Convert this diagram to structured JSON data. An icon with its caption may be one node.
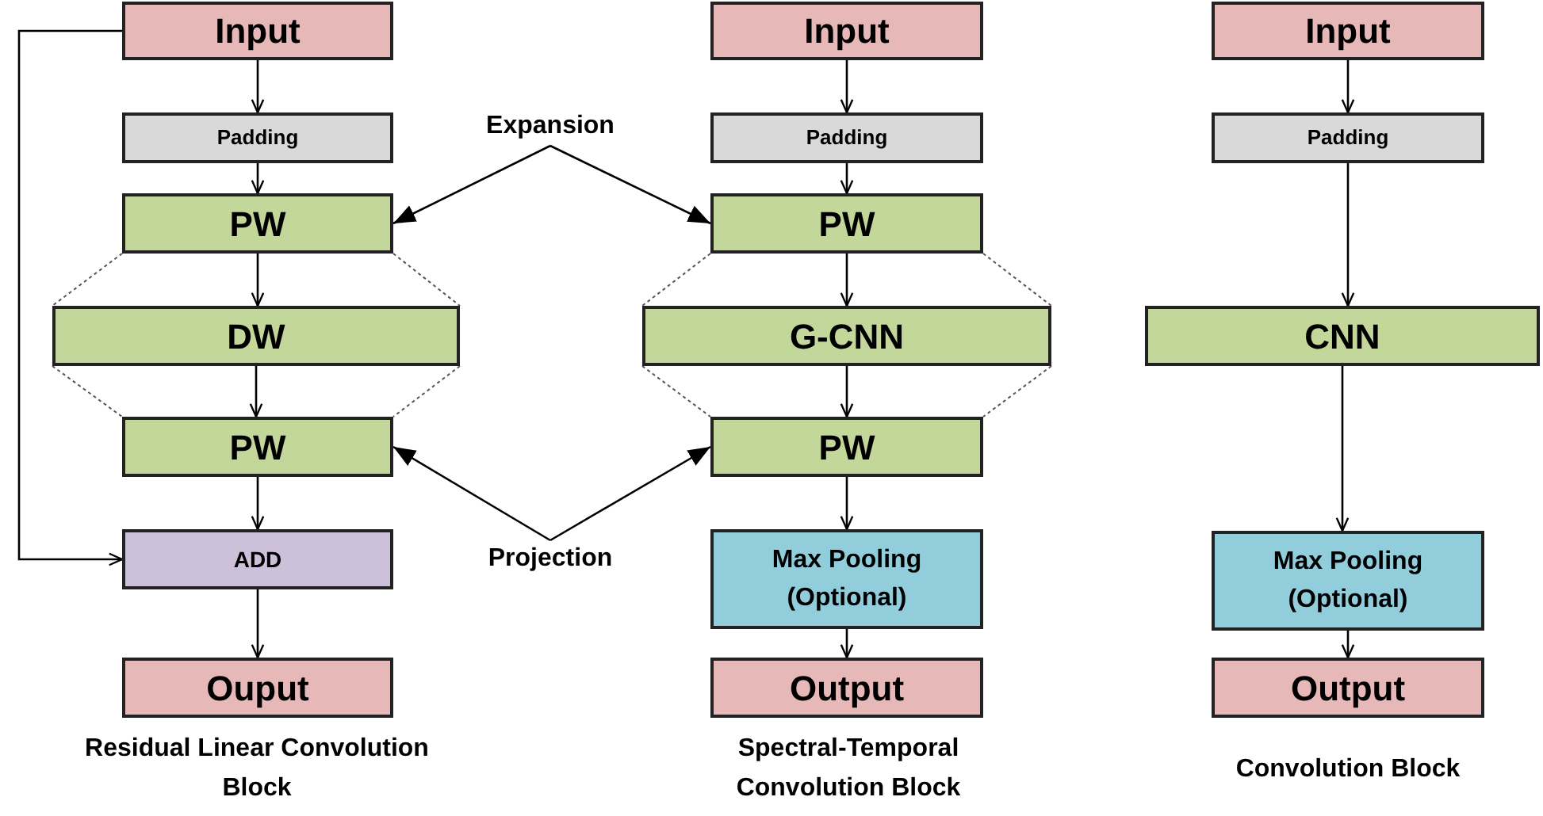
{
  "diagram": {
    "nodes": [
      {
        "text": [
          "Input"
        ]
      },
      {
        "text": [
          "Padding"
        ]
      },
      {
        "text": [
          "PW"
        ]
      },
      {
        "text": [
          "DW"
        ]
      },
      {
        "text": [
          "PW"
        ]
      },
      {
        "text": [
          "ADD"
        ]
      },
      {
        "text": [
          "Ouput"
        ]
      },
      {
        "text": [
          "Input"
        ]
      },
      {
        "text": [
          "Padding"
        ]
      },
      {
        "text": [
          "PW"
        ]
      },
      {
        "text": [
          "G-CNN"
        ]
      },
      {
        "text": [
          "PW"
        ]
      },
      {
        "text": [
          "Max Pooling (Optional)"
        ]
      },
      {
        "text": [
          "Output"
        ]
      },
      {
        "text": [
          "Input"
        ]
      },
      {
        "text": [
          "Padding"
        ]
      },
      {
        "text": [
          "CNN"
        ]
      },
      {
        "text": [
          "Max Pooling (Optional)"
        ]
      },
      {
        "text": [
          "Output"
        ]
      },
      {
        "text": [
          "Expansion"
        ]
      },
      {
        "text": [
          "Projection"
        ]
      }
    ],
    "edges": [
      {
        "from": 0,
        "to": 1,
        "arrow": "to"
      },
      {
        "from": 1,
        "to": 2,
        "arrow": "to"
      },
      {
        "from": 2,
        "to": 3,
        "arrow": "to"
      },
      {
        "from": 3,
        "to": 4,
        "arrow": "to"
      },
      {
        "from": 4,
        "to": 5,
        "arrow": "to"
      },
      {
        "from": 5,
        "to": 6,
        "arrow": "to"
      },
      {
        "from": 0,
        "to": 5,
        "arrow": "to"
      },
      {
        "from": 7,
        "to": 8,
        "arrow": "to"
      },
      {
        "from": 8,
        "to": 9,
        "arrow": "to"
      },
      {
        "from": 9,
        "to": 10,
        "arrow": "to"
      },
      {
        "from": 10,
        "to": 11,
        "arrow": "to"
      },
      {
        "from": 11,
        "to": 12,
        "arrow": "to"
      },
      {
        "from": 12,
        "to": 13,
        "arrow": "to"
      },
      {
        "from": 14,
        "to": 15,
        "arrow": "to"
      },
      {
        "from": 15,
        "to": 16,
        "arrow": "to"
      },
      {
        "from": 16,
        "to": 17,
        "arrow": "to"
      },
      {
        "from": 17,
        "to": 18,
        "arrow": "to"
      },
      {
        "from": 19,
        "to": 2,
        "arrow": "to"
      },
      {
        "from": 19,
        "to": 9,
        "arrow": "to"
      },
      {
        "from": 20,
        "to": 4,
        "arrow": "to"
      },
      {
        "from": 20,
        "to": 11,
        "arrow": "to"
      }
    ],
    "labels": [
      "Residual Linear Convolution Block",
      "Spectral-Temporal Convolution Block",
      "Convolution Block"
    ]
  }
}
